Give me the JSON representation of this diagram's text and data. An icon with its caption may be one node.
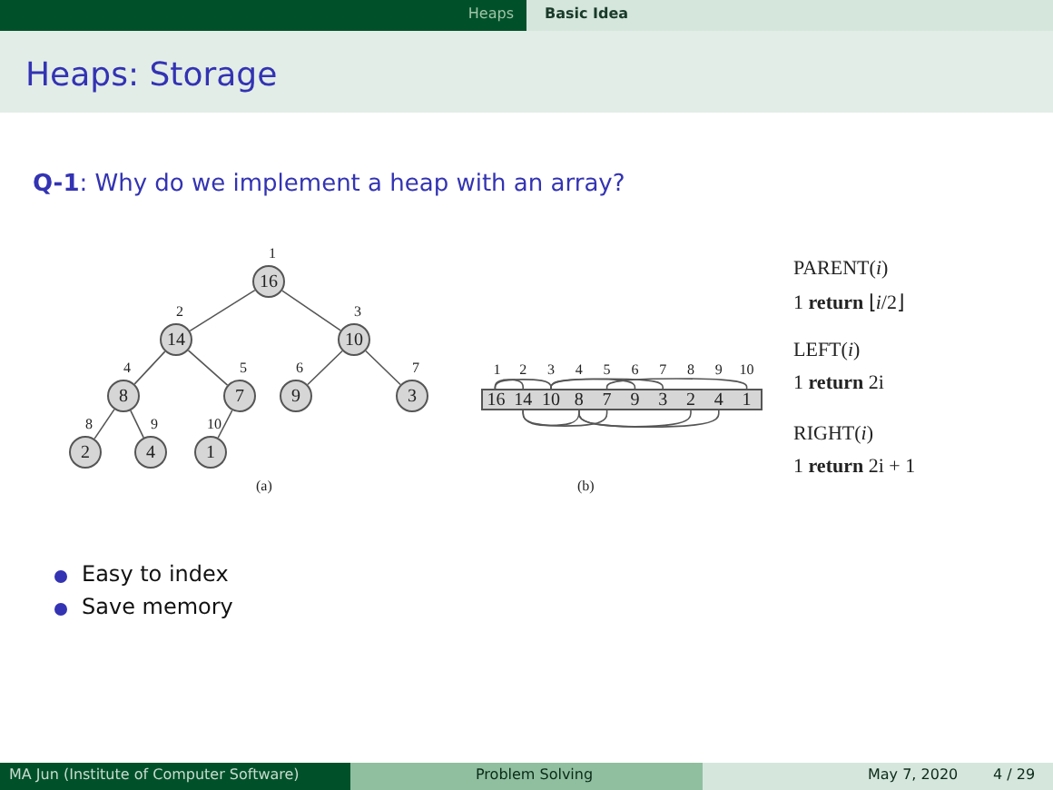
{
  "diagram": {
    "title": "Heaps: Storage",
    "nodes": [
      {
        "text": [
          "16"
        ],
        "beside": [
          "1"
        ]
      },
      {
        "text": [
          "14"
        ],
        "beside": [
          "2"
        ]
      },
      {
        "text": [
          "10"
        ],
        "beside": [
          "3"
        ]
      },
      {
        "text": [
          "8"
        ],
        "beside": [
          "4"
        ]
      },
      {
        "text": [
          "7"
        ],
        "beside": [
          "5"
        ]
      },
      {
        "text": [
          "9"
        ],
        "beside": [
          "6"
        ]
      },
      {
        "text": [
          "3"
        ],
        "beside": [
          "7"
        ]
      },
      {
        "text": [
          "2"
        ],
        "beside": [
          "8"
        ]
      },
      {
        "text": [
          "4"
        ],
        "beside": [
          "9"
        ]
      },
      {
        "text": [
          "1"
        ],
        "beside": [
          "10"
        ]
      },
      {
        "text": [
          "16"
        ],
        "beside": [
          "1"
        ]
      },
      {
        "text": [
          "14"
        ],
        "beside": [
          "2"
        ]
      },
      {
        "text": [
          "10"
        ],
        "beside": [
          "3"
        ]
      },
      {
        "text": [
          "8"
        ],
        "beside": [
          "4"
        ]
      },
      {
        "text": [
          "7"
        ],
        "beside": [
          "5"
        ]
      },
      {
        "text": [
          "9"
        ],
        "beside": [
          "6"
        ]
      },
      {
        "text": [
          "3"
        ],
        "beside": [
          "7"
        ]
      },
      {
        "text": [
          "2"
        ],
        "beside": [
          "8"
        ]
      },
      {
        "text": [
          "4"
        ],
        "beside": [
          "9"
        ]
      },
      {
        "text": [
          "1"
        ],
        "beside": [
          "10"
        ]
      }
    ],
    "edges": [
      {
        "from": 0,
        "to": 1,
        "arrow": "none"
      },
      {
        "from": 0,
        "to": 2,
        "arrow": "none"
      },
      {
        "from": 1,
        "to": 3,
        "arrow": "none"
      },
      {
        "from": 1,
        "to": 4,
        "arrow": "none"
      },
      {
        "from": 2,
        "to": 5,
        "arrow": "none"
      },
      {
        "from": 2,
        "to": 6,
        "arrow": "none"
      },
      {
        "from": 3,
        "to": 7,
        "arrow": "none"
      },
      {
        "from": 3,
        "to": 8,
        "arrow": "none"
      },
      {
        "from": 4,
        "to": 9,
        "arrow": "none"
      },
      {
        "from": 10,
        "to": 11,
        "arrow": "none"
      },
      {
        "from": 10,
        "to": 12,
        "arrow": "none"
      },
      {
        "from": 12,
        "to": 15,
        "arrow": "none"
      },
      {
        "from": 12,
        "to": 16,
        "arrow": "none"
      },
      {
        "from": 14,
        "to": 19,
        "arrow": "none"
      },
      {
        "from": 11,
        "to": 13,
        "arrow": "none"
      },
      {
        "from": 11,
        "to": 14,
        "arrow": "none"
      },
      {
        "from": 13,
        "to": 17,
        "arrow": "none"
      },
      {
        "from": 13,
        "to": 18,
        "arrow": "none"
      }
    ],
    "labels": [
      "Heaps",
      "Basic Idea",
      "**Q-1**: Why do we implement a heap with an array?",
      "(a)",
      "(b)",
      "PARENT(*i*)",
      "1 **return** ⌊*i*/2⌋",
      "LEFT(*i*)",
      "1 **return** 2i",
      "RIGHT(*i*)",
      "1 **return** 2i + 1",
      "Easy to index",
      "Save memory",
      "MA Jun (Institute of Computer Software)",
      "Problem Solving",
      "May 7, 2020",
      "4 / 29"
    ]
  }
}
